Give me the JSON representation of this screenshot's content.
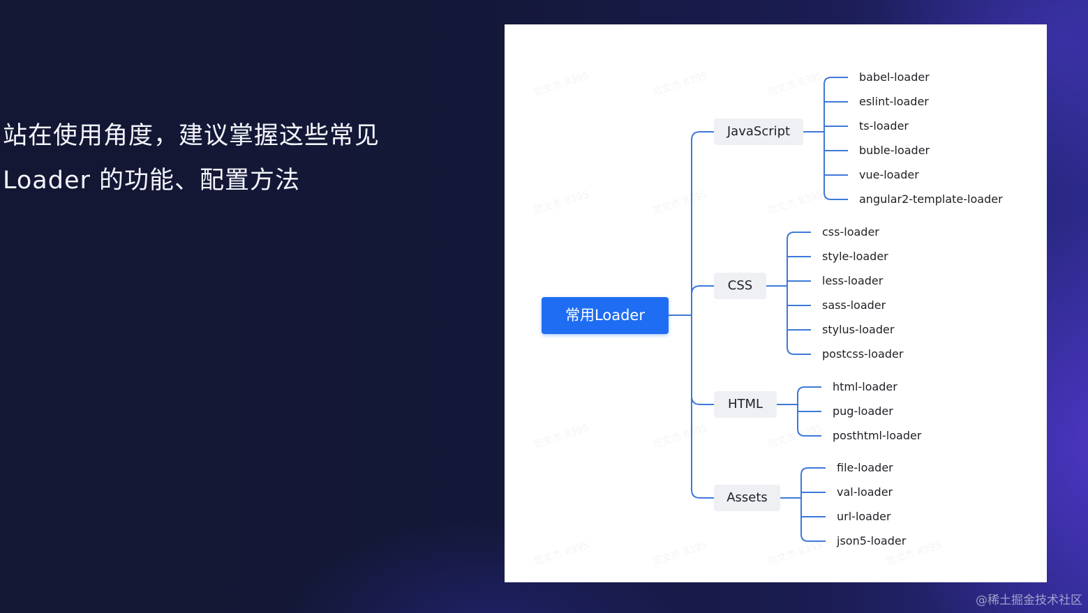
{
  "slide": {
    "lines": [
      "站在使用角度，建议掌握这些常见",
      "Loader 的功能、配置方法"
    ]
  },
  "mindmap": {
    "root": "常用Loader",
    "line_color": "#3d78d8",
    "root_color": "#1f6df2",
    "categories": [
      {
        "label": "JavaScript",
        "items": [
          "babel-loader",
          "eslint-loader",
          "ts-loader",
          "buble-loader",
          "vue-loader",
          "angular2-template-loader"
        ]
      },
      {
        "label": "CSS",
        "items": [
          "css-loader",
          "style-loader",
          "less-loader",
          "sass-loader",
          "stylus-loader",
          "postcss-loader"
        ]
      },
      {
        "label": "HTML",
        "items": [
          "html-loader",
          "pug-loader",
          "posthtml-loader"
        ]
      },
      {
        "label": "Assets",
        "items": [
          "file-loader",
          "val-loader",
          "url-loader",
          "json5-loader"
        ]
      }
    ]
  },
  "watermark": "范文杰 8395",
  "credit": "@稀土掘金技术社区"
}
